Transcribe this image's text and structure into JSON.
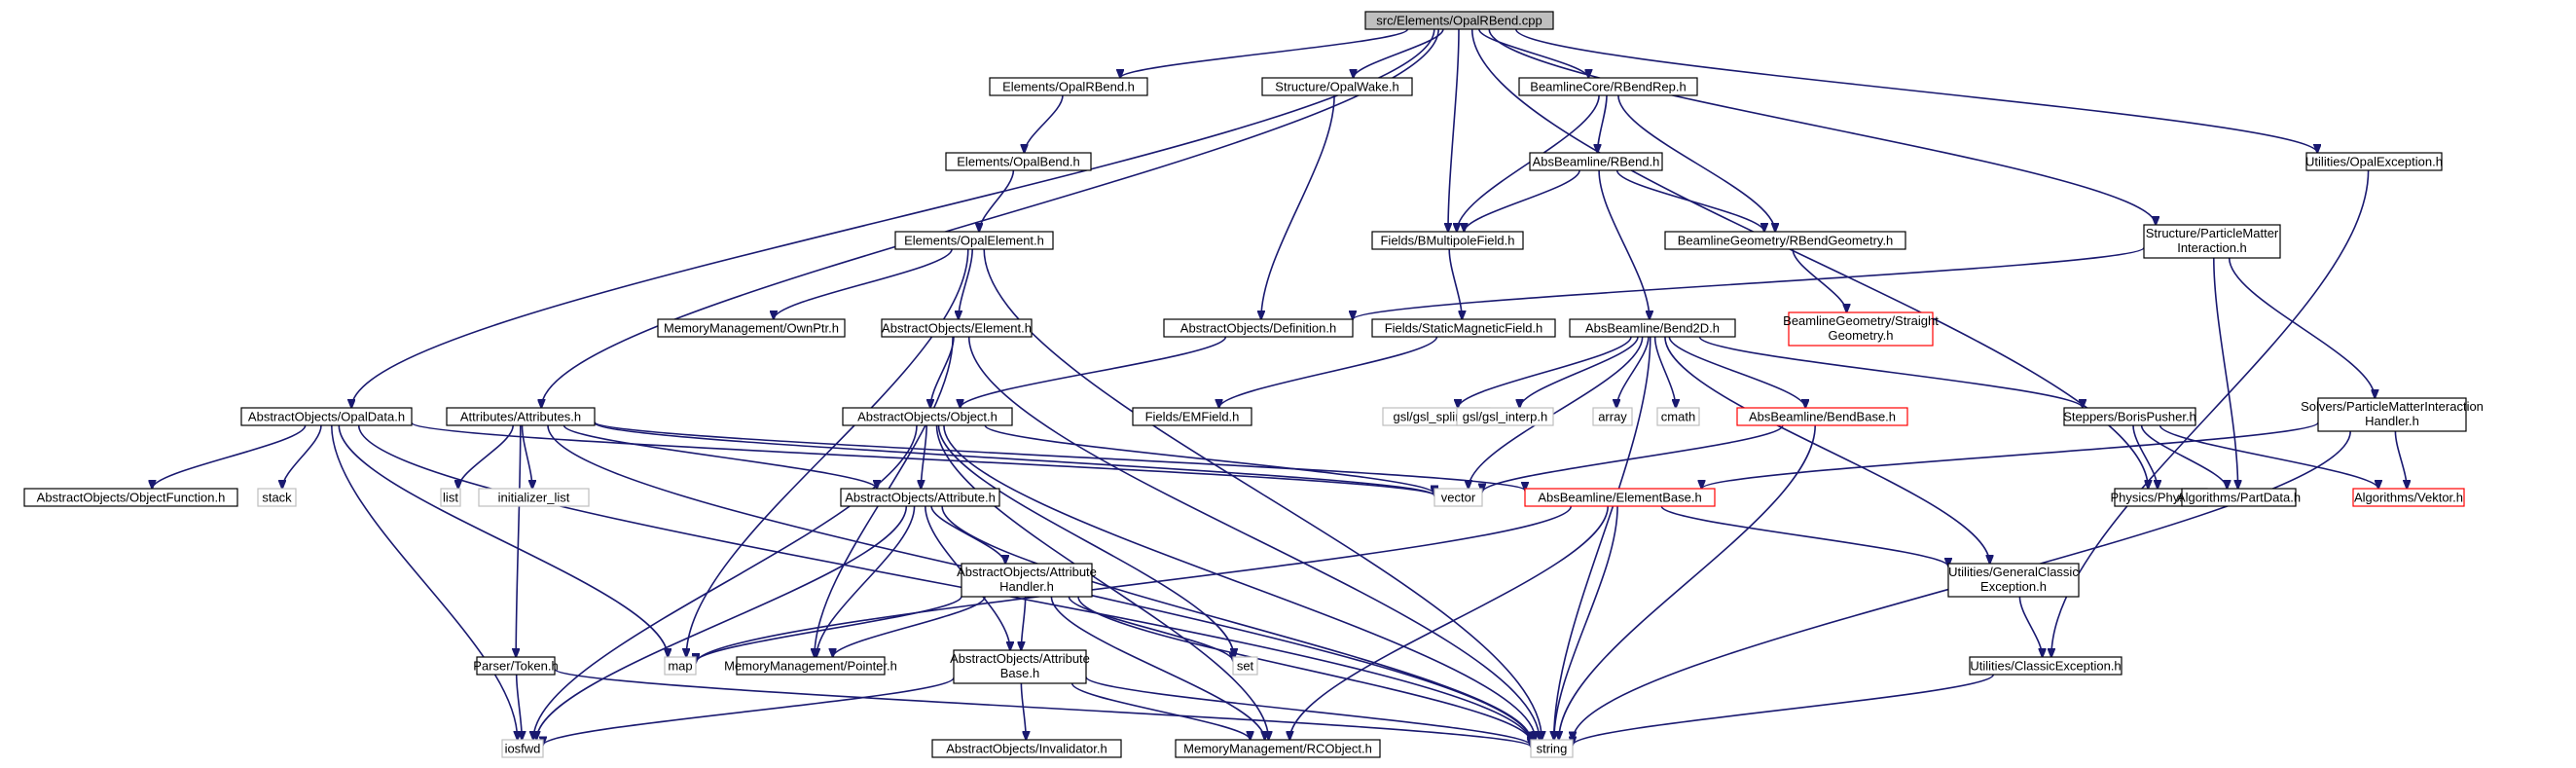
{
  "colors": {
    "edge": "#191970",
    "node_border": "#000000",
    "system_border": "#bfbfbf",
    "system_text": "#808080",
    "truncated_border": "#ff0000",
    "root_fill": "#bfbfbf",
    "node_fill": "#ffffff",
    "text": "#000000"
  },
  "nodes": [
    {
      "id": "root",
      "lines": [
        "src/Elements/OpalRBend.cpp"
      ],
      "kind": "root"
    },
    {
      "id": "opalrbend_h",
      "lines": [
        "Elements/OpalRBend.h"
      ],
      "kind": "normal"
    },
    {
      "id": "opalwake",
      "lines": [
        "Structure/OpalWake.h"
      ],
      "kind": "normal"
    },
    {
      "id": "rbendrep",
      "lines": [
        "BeamlineCore/RBendRep.h"
      ],
      "kind": "normal"
    },
    {
      "id": "opalexception",
      "lines": [
        "Utilities/OpalException.h"
      ],
      "kind": "normal"
    },
    {
      "id": "opalbend",
      "lines": [
        "Elements/OpalBend.h"
      ],
      "kind": "normal"
    },
    {
      "id": "absrbend",
      "lines": [
        "AbsBeamline/RBend.h"
      ],
      "kind": "normal"
    },
    {
      "id": "opalelement",
      "lines": [
        "Elements/OpalElement.h"
      ],
      "kind": "normal"
    },
    {
      "id": "bmultipole",
      "lines": [
        "Fields/BMultipoleField.h"
      ],
      "kind": "normal"
    },
    {
      "id": "rbendgeom",
      "lines": [
        "BeamlineGeometry/RBendGeometry.h"
      ],
      "kind": "normal"
    },
    {
      "id": "pmi",
      "lines": [
        "Structure/ParticleMatter",
        "Interaction.h"
      ],
      "kind": "normal"
    },
    {
      "id": "ownptr",
      "lines": [
        "MemoryManagement/OwnPtr.h"
      ],
      "kind": "normal"
    },
    {
      "id": "element",
      "lines": [
        "AbstractObjects/Element.h"
      ],
      "kind": "normal"
    },
    {
      "id": "definition",
      "lines": [
        "AbstractObjects/Definition.h"
      ],
      "kind": "normal"
    },
    {
      "id": "staticmag",
      "lines": [
        "Fields/StaticMagneticField.h"
      ],
      "kind": "normal"
    },
    {
      "id": "bend2d",
      "lines": [
        "AbsBeamline/Bend2D.h"
      ],
      "kind": "normal"
    },
    {
      "id": "straightgeom",
      "lines": [
        "BeamlineGeometry/Straight",
        "Geometry.h"
      ],
      "kind": "truncated"
    },
    {
      "id": "opaldata",
      "lines": [
        "AbstractObjects/OpalData.h"
      ],
      "kind": "normal"
    },
    {
      "id": "attributes",
      "lines": [
        "Attributes/Attributes.h"
      ],
      "kind": "normal"
    },
    {
      "id": "object",
      "lines": [
        "AbstractObjects/Object.h"
      ],
      "kind": "normal"
    },
    {
      "id": "emfield",
      "lines": [
        "Fields/EMField.h"
      ],
      "kind": "normal"
    },
    {
      "id": "gsl_spline",
      "lines": [
        "gsl/gsl_spline.h"
      ],
      "kind": "system"
    },
    {
      "id": "gsl_interp",
      "lines": [
        "gsl/gsl_interp.h"
      ],
      "kind": "system"
    },
    {
      "id": "array",
      "lines": [
        "array"
      ],
      "kind": "system"
    },
    {
      "id": "cmath",
      "lines": [
        "cmath"
      ],
      "kind": "system"
    },
    {
      "id": "bendbase",
      "lines": [
        "AbsBeamline/BendBase.h"
      ],
      "kind": "truncated"
    },
    {
      "id": "borispusher",
      "lines": [
        "Steppers/BorisPusher.h"
      ],
      "kind": "normal"
    },
    {
      "id": "pmihandler",
      "lines": [
        "Solvers/ParticleMatterInteraction",
        "Handler.h"
      ],
      "kind": "normal"
    },
    {
      "id": "objectfunction",
      "lines": [
        "AbstractObjects/ObjectFunction.h"
      ],
      "kind": "normal"
    },
    {
      "id": "stack",
      "lines": [
        "stack"
      ],
      "kind": "system"
    },
    {
      "id": "list",
      "lines": [
        "list"
      ],
      "kind": "system"
    },
    {
      "id": "initlist",
      "lines": [
        "initializer_list"
      ],
      "kind": "system"
    },
    {
      "id": "attribute",
      "lines": [
        "AbstractObjects/Attribute.h"
      ],
      "kind": "normal"
    },
    {
      "id": "vector",
      "lines": [
        "vector"
      ],
      "kind": "system"
    },
    {
      "id": "elementbase",
      "lines": [
        "AbsBeamline/ElementBase.h"
      ],
      "kind": "truncated"
    },
    {
      "id": "physics",
      "lines": [
        "Physics/Physics.h"
      ],
      "kind": "normal"
    },
    {
      "id": "partdata",
      "lines": [
        "Algorithms/PartData.h"
      ],
      "kind": "normal"
    },
    {
      "id": "vektor",
      "lines": [
        "Algorithms/Vektor.h"
      ],
      "kind": "truncated"
    },
    {
      "id": "attrhandler",
      "lines": [
        "AbstractObjects/Attribute",
        "Handler.h"
      ],
      "kind": "normal"
    },
    {
      "id": "genclassicexc",
      "lines": [
        "Utilities/GeneralClassic",
        "Exception.h"
      ],
      "kind": "normal"
    },
    {
      "id": "token",
      "lines": [
        "Parser/Token.h"
      ],
      "kind": "normal"
    },
    {
      "id": "map",
      "lines": [
        "map"
      ],
      "kind": "system"
    },
    {
      "id": "pointer",
      "lines": [
        "MemoryManagement/Pointer.h"
      ],
      "kind": "normal"
    },
    {
      "id": "set",
      "lines": [
        "set"
      ],
      "kind": "system"
    },
    {
      "id": "attrbase",
      "lines": [
        "AbstractObjects/Attribute",
        "Base.h"
      ],
      "kind": "normal"
    },
    {
      "id": "classicexc",
      "lines": [
        "Utilities/ClassicException.h"
      ],
      "kind": "normal"
    },
    {
      "id": "iosfwd",
      "lines": [
        "iosfwd"
      ],
      "kind": "system"
    },
    {
      "id": "invalidator",
      "lines": [
        "AbstractObjects/Invalidator.h"
      ],
      "kind": "normal"
    },
    {
      "id": "rcobject",
      "lines": [
        "MemoryManagement/RCObject.h"
      ],
      "kind": "normal"
    },
    {
      "id": "string",
      "lines": [
        "string"
      ],
      "kind": "system"
    }
  ],
  "edges": [
    [
      "root",
      "opalrbend_h"
    ],
    [
      "root",
      "opalwake"
    ],
    [
      "root",
      "rbendrep"
    ],
    [
      "root",
      "opalexception"
    ],
    [
      "root",
      "bmultipole"
    ],
    [
      "root",
      "pmi"
    ],
    [
      "root",
      "opaldata"
    ],
    [
      "root",
      "attributes"
    ],
    [
      "root",
      "physics"
    ],
    [
      "opalrbend_h",
      "opalbend"
    ],
    [
      "opalbend",
      "opalelement"
    ],
    [
      "opalelement",
      "ownptr"
    ],
    [
      "opalelement",
      "element"
    ],
    [
      "opalelement",
      "map"
    ],
    [
      "opalelement",
      "string"
    ],
    [
      "opalwake",
      "definition"
    ],
    [
      "rbendrep",
      "absrbend"
    ],
    [
      "rbendrep",
      "bmultipole"
    ],
    [
      "rbendrep",
      "rbendgeom"
    ],
    [
      "absrbend",
      "bmultipole"
    ],
    [
      "absrbend",
      "rbendgeom"
    ],
    [
      "absrbend",
      "bend2d"
    ],
    [
      "bmultipole",
      "staticmag"
    ],
    [
      "staticmag",
      "emfield"
    ],
    [
      "rbendgeom",
      "straightgeom"
    ],
    [
      "pmi",
      "definition"
    ],
    [
      "pmi",
      "pmihandler"
    ],
    [
      "pmi",
      "partdata"
    ],
    [
      "opalexception",
      "classicexc"
    ],
    [
      "definition",
      "object"
    ],
    [
      "element",
      "object"
    ],
    [
      "element",
      "pointer"
    ],
    [
      "element",
      "string"
    ],
    [
      "bend2d",
      "gsl_spline"
    ],
    [
      "bend2d",
      "gsl_interp"
    ],
    [
      "bend2d",
      "array"
    ],
    [
      "bend2d",
      "cmath"
    ],
    [
      "bend2d",
      "bendbase"
    ],
    [
      "bend2d",
      "borispusher"
    ],
    [
      "bend2d",
      "vector"
    ],
    [
      "bend2d",
      "genclassicexc"
    ],
    [
      "bend2d",
      "string"
    ],
    [
      "bendbase",
      "vector"
    ],
    [
      "bendbase",
      "string"
    ],
    [
      "borispusher",
      "physics"
    ],
    [
      "borispusher",
      "partdata"
    ],
    [
      "borispusher",
      "vektor"
    ],
    [
      "pmihandler",
      "elementbase"
    ],
    [
      "pmihandler",
      "vektor"
    ],
    [
      "pmihandler",
      "string"
    ],
    [
      "opaldata",
      "objectfunction"
    ],
    [
      "opaldata",
      "stack"
    ],
    [
      "opaldata",
      "map"
    ],
    [
      "opaldata",
      "vector"
    ],
    [
      "opaldata",
      "string"
    ],
    [
      "opaldata",
      "iosfwd"
    ],
    [
      "attributes",
      "list"
    ],
    [
      "attributes",
      "initlist"
    ],
    [
      "attributes",
      "attribute"
    ],
    [
      "attributes",
      "token"
    ],
    [
      "attributes",
      "vector"
    ],
    [
      "attributes",
      "string"
    ],
    [
      "attributes",
      "elementbase"
    ],
    [
      "object",
      "attribute"
    ],
    [
      "object",
      "vector"
    ],
    [
      "object",
      "set"
    ],
    [
      "object",
      "string"
    ],
    [
      "object",
      "iosfwd"
    ],
    [
      "object",
      "rcobject"
    ],
    [
      "attribute",
      "attrhandler"
    ],
    [
      "attribute",
      "attrbase"
    ],
    [
      "attribute",
      "pointer"
    ],
    [
      "attribute",
      "iosfwd"
    ],
    [
      "attribute",
      "string"
    ],
    [
      "attrhandler",
      "map"
    ],
    [
      "attrhandler",
      "pointer"
    ],
    [
      "attrhandler",
      "set"
    ],
    [
      "attrhandler",
      "attrbase"
    ],
    [
      "attrhandler",
      "string"
    ],
    [
      "attrhandler",
      "rcobject"
    ],
    [
      "attrbase",
      "invalidator"
    ],
    [
      "attrbase",
      "rcobject"
    ],
    [
      "attrbase",
      "string"
    ],
    [
      "attrbase",
      "iosfwd"
    ],
    [
      "elementbase",
      "genclassicexc"
    ],
    [
      "elementbase",
      "map"
    ],
    [
      "elementbase",
      "string"
    ],
    [
      "elementbase",
      "rcobject"
    ],
    [
      "genclassicexc",
      "classicexc"
    ],
    [
      "classicexc",
      "string"
    ],
    [
      "token",
      "iosfwd"
    ],
    [
      "token",
      "string"
    ]
  ]
}
